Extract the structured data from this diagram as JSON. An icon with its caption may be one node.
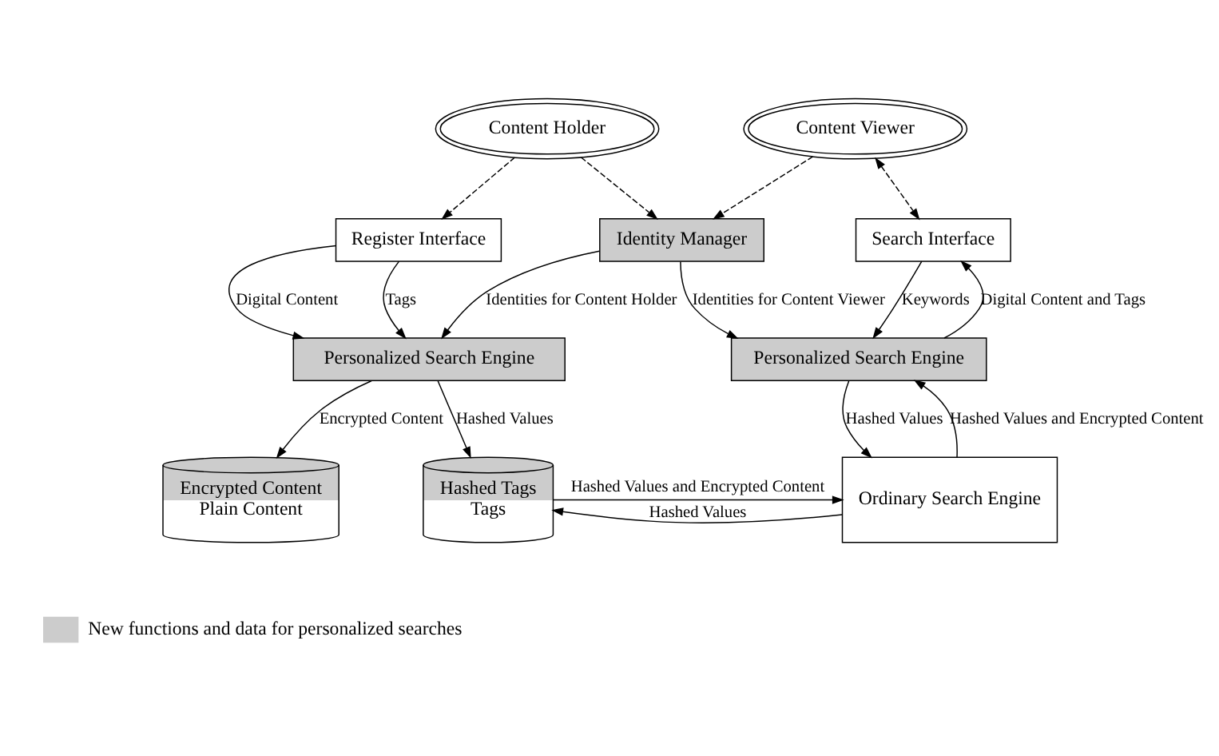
{
  "diagram": {
    "nodes": [
      {
        "text": [
          "Content Holder"
        ]
      },
      {
        "text": [
          "Content Viewer"
        ]
      },
      {
        "text": [
          "Register Interface"
        ]
      },
      {
        "text": [
          "Identity Manager"
        ]
      },
      {
        "text": [
          "Search Interface"
        ]
      },
      {
        "text": [
          "Personalized Search Engine"
        ]
      },
      {
        "text": [
          "Personalized Search Engine"
        ]
      },
      {
        "text": [
          "Encrypted Content",
          "Plain Content"
        ]
      },
      {
        "text": [
          "Hashed Tags",
          "Tags"
        ]
      },
      {
        "text": [
          "Ordinary Search Engine"
        ]
      }
    ],
    "edges": [
      {
        "from": 0,
        "to": 2,
        "arrow": "to",
        "style": "dashed"
      },
      {
        "from": 0,
        "to": 3,
        "arrow": "to",
        "style": "dashed"
      },
      {
        "from": 1,
        "to": 3,
        "arrow": "to",
        "style": "dashed"
      },
      {
        "from": 1,
        "to": 4,
        "arrow": "both",
        "style": "dashed"
      },
      {
        "from": 2,
        "to": 5,
        "arrow": "to",
        "label": "Digital Content"
      },
      {
        "from": 2,
        "to": 5,
        "arrow": "to",
        "label": "Tags"
      },
      {
        "from": 3,
        "to": 5,
        "arrow": "to",
        "label": "Identities for Content Holder"
      },
      {
        "from": 3,
        "to": 6,
        "arrow": "to",
        "label": "Identities for Content Viewer"
      },
      {
        "from": 4,
        "to": 6,
        "arrow": "to",
        "label": "Keywords"
      },
      {
        "from": 6,
        "to": 4,
        "arrow": "to",
        "label": "Digital Content and Tags"
      },
      {
        "from": 5,
        "to": 7,
        "arrow": "to",
        "label": "Encrypted Content"
      },
      {
        "from": 5,
        "to": 8,
        "arrow": "to",
        "label": "Hashed Values"
      },
      {
        "from": 6,
        "to": 9,
        "arrow": "to",
        "label": "Hashed Values"
      },
      {
        "from": 9,
        "to": 6,
        "arrow": "to",
        "label": "Hashed Values and Encrypted Content"
      },
      {
        "from": 9,
        "to": 8,
        "arrow": "to",
        "label": "Hashed Values"
      },
      {
        "from": 8,
        "to": 9,
        "arrow": "to",
        "label": "Hashed Values and Encrypted Content"
      }
    ],
    "legend": [
      {
        "text": "New functions and data for personalized searches",
        "color": "#cccccc"
      }
    ]
  }
}
